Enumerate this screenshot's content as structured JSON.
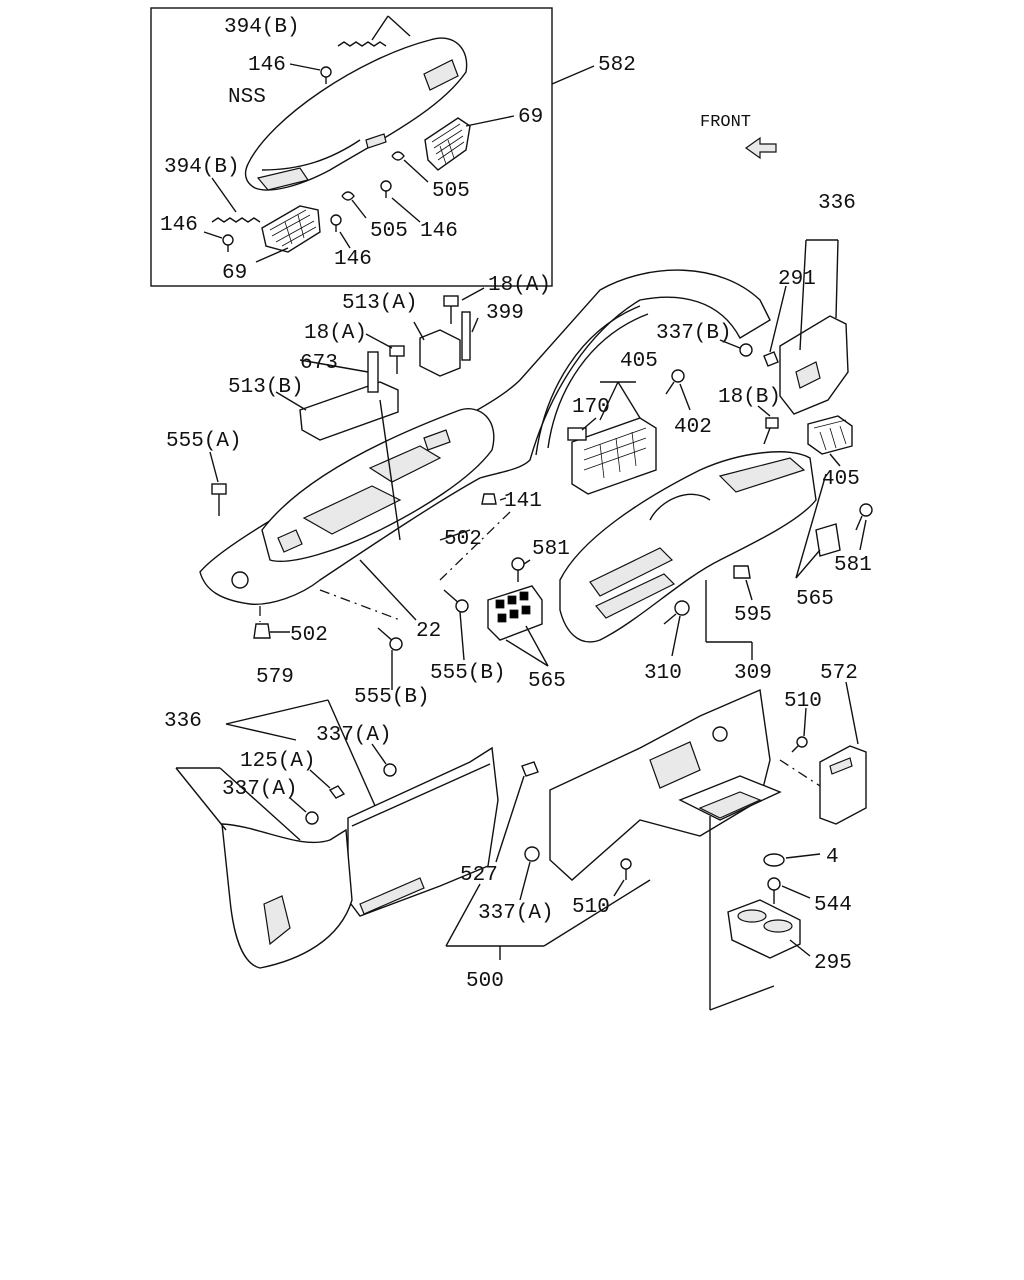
{
  "diagram": {
    "front_label": "FRONT",
    "inset_labels": {
      "l582": "582",
      "l394b_top": "394(B)",
      "l146_top": "146",
      "lnss": "NSS",
      "l69_right": "69",
      "l394b_left": "394(B)",
      "l146_left": "146",
      "l69_bottom": "69",
      "l505_a": "505",
      "l505_b": "505",
      "l146_c": "146",
      "l146_d": "146"
    },
    "upper_labels": {
      "l18a_top": "18(A)",
      "l399": "399",
      "l513a": "513(A)",
      "l18a_mid": "18(A)",
      "l673": "673",
      "l513b": "513(B)",
      "l555a": "555(A)",
      "l336_top": "336",
      "l291": "291",
      "l337b": "337(B)",
      "l405_a": "405",
      "l170": "170",
      "l402": "402",
      "l18b": "18(B)",
      "l405_b": "405",
      "l141": "141",
      "l502_a": "502",
      "l581_a": "581",
      "l581_b": "581",
      "l502_b": "502",
      "l22": "22",
      "l555b_a": "555(B)",
      "l555b_b": "555(B)",
      "l565_a": "565",
      "l565_b": "565",
      "l595": "595",
      "l310": "310",
      "l309": "309"
    },
    "lower_labels": {
      "l579": "579",
      "l336_bottom": "336",
      "l337a_a": "337(A)",
      "l125a": "125(A)",
      "l337a_b": "337(A)",
      "l572": "572",
      "l510_a": "510",
      "l4": "4",
      "l544": "544",
      "l527": "527",
      "l337a_c": "337(A)",
      "l510_b": "510",
      "l295": "295",
      "l500": "500"
    }
  }
}
